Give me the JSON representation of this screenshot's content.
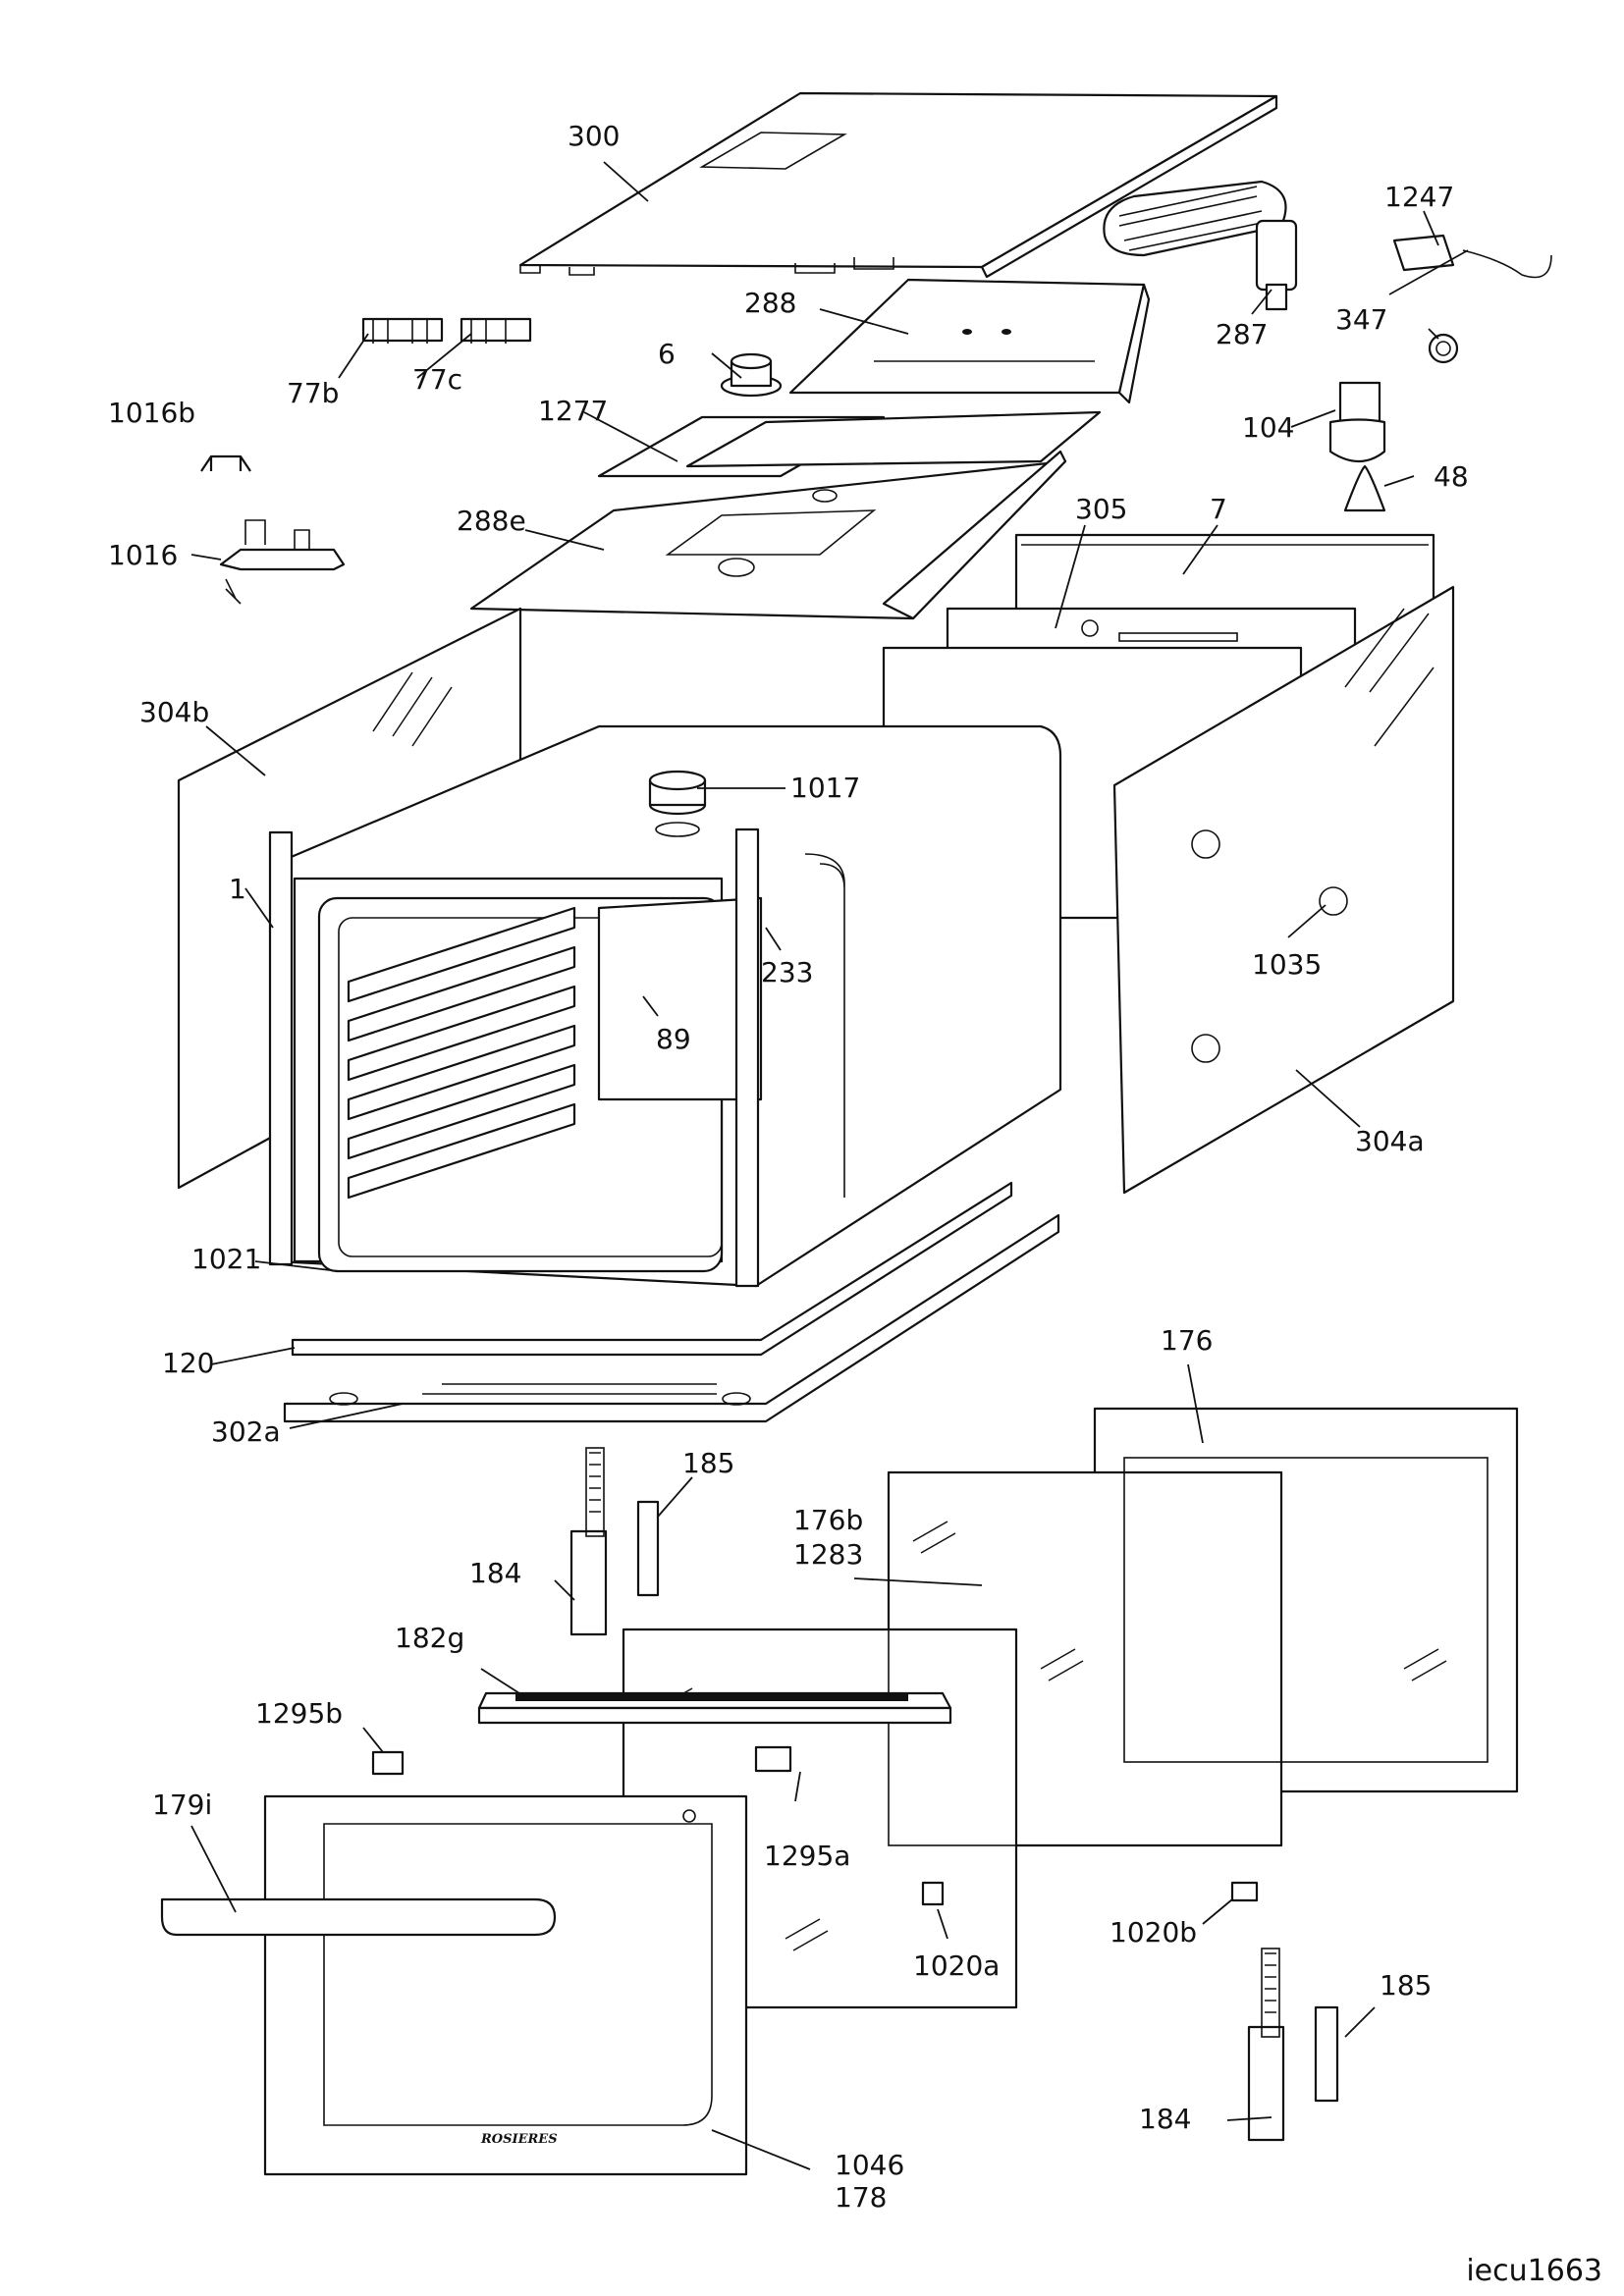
{
  "diagram": {
    "brand": "ROSIERES",
    "code": "iecu1663",
    "callouts": [
      {
        "id": "300",
        "text": "300"
      },
      {
        "id": "1247",
        "text": "1247"
      },
      {
        "id": "288",
        "text": "288"
      },
      {
        "id": "287",
        "text": "287"
      },
      {
        "id": "347",
        "text": "347"
      },
      {
        "id": "6",
        "text": "6"
      },
      {
        "id": "77b",
        "text": "77b"
      },
      {
        "id": "77c",
        "text": "77c"
      },
      {
        "id": "1016b",
        "text": "1016b"
      },
      {
        "id": "1277",
        "text": "1277"
      },
      {
        "id": "104",
        "text": "104"
      },
      {
        "id": "48",
        "text": "48"
      },
      {
        "id": "288e",
        "text": "288e"
      },
      {
        "id": "305",
        "text": "305"
      },
      {
        "id": "7",
        "text": "7"
      },
      {
        "id": "1016",
        "text": "1016"
      },
      {
        "id": "304b",
        "text": "304b"
      },
      {
        "id": "1017",
        "text": "1017"
      },
      {
        "id": "1",
        "text": "1"
      },
      {
        "id": "233",
        "text": "233"
      },
      {
        "id": "1035",
        "text": "1035"
      },
      {
        "id": "89",
        "text": "89"
      },
      {
        "id": "304a",
        "text": "304a"
      },
      {
        "id": "1021",
        "text": "1021"
      },
      {
        "id": "120",
        "text": "120"
      },
      {
        "id": "302a",
        "text": "302a"
      },
      {
        "id": "176",
        "text": "176"
      },
      {
        "id": "185_top",
        "text": "185"
      },
      {
        "id": "176b",
        "text": "176b"
      },
      {
        "id": "1283",
        "text": "1283"
      },
      {
        "id": "184_top",
        "text": "184"
      },
      {
        "id": "182g",
        "text": "182g"
      },
      {
        "id": "1295b",
        "text": "1295b"
      },
      {
        "id": "179i",
        "text": "179i"
      },
      {
        "id": "1295a",
        "text": "1295a"
      },
      {
        "id": "1020a",
        "text": "1020a"
      },
      {
        "id": "1020b",
        "text": "1020b"
      },
      {
        "id": "185_bottom",
        "text": "185"
      },
      {
        "id": "184_bottom",
        "text": "184"
      },
      {
        "id": "1046",
        "text": "1046"
      },
      {
        "id": "178",
        "text": "178"
      }
    ]
  }
}
